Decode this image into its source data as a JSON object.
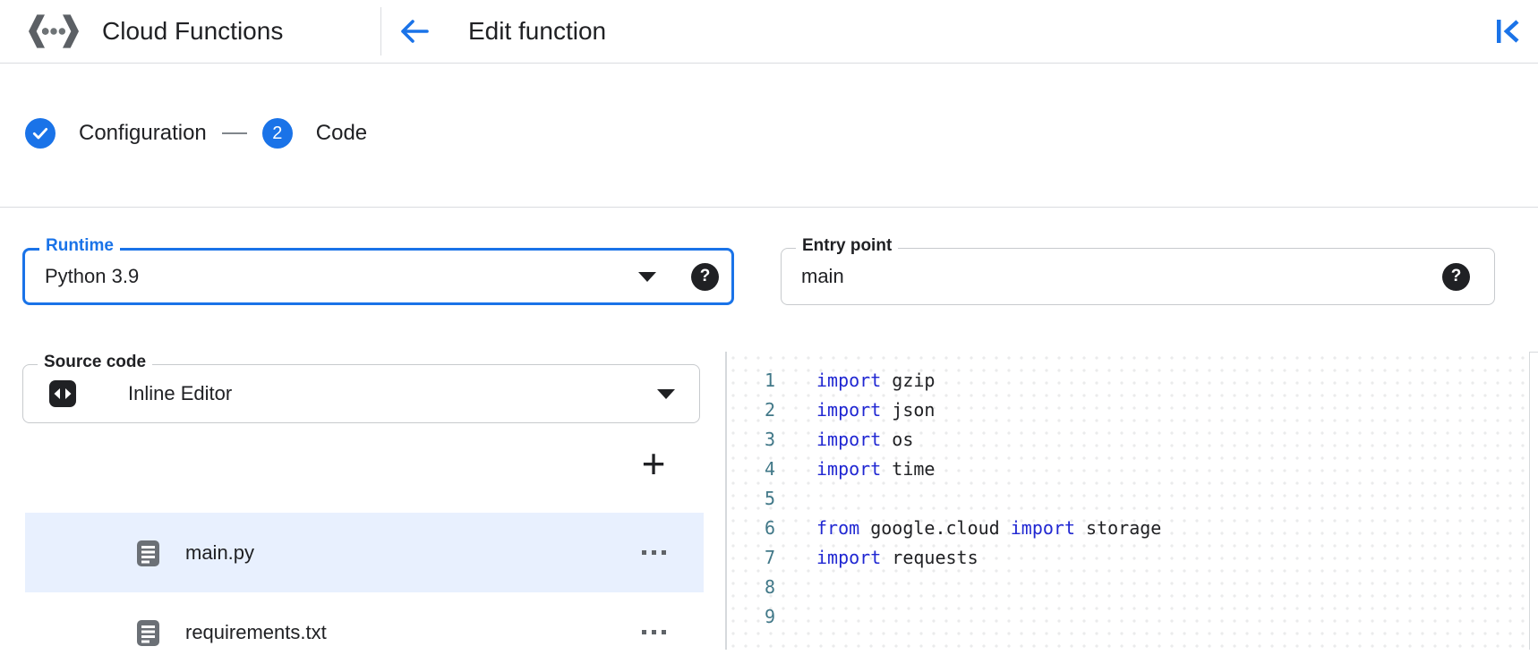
{
  "header": {
    "product_name": "Cloud Functions",
    "page_title": "Edit function"
  },
  "stepper": {
    "steps": [
      {
        "label": "Configuration",
        "status": "completed"
      },
      {
        "label": "Code",
        "number": "2",
        "status": "active"
      }
    ]
  },
  "fields": {
    "runtime": {
      "label": "Runtime",
      "value": "Python 3.9",
      "focused": true
    },
    "entry_point": {
      "label": "Entry point",
      "value": "main"
    },
    "source_code": {
      "label": "Source code",
      "value": "Inline Editor"
    }
  },
  "file_explorer": {
    "files": [
      {
        "name": "main.py",
        "selected": true
      },
      {
        "name": "requirements.txt",
        "selected": false
      }
    ]
  },
  "code_editor": {
    "lines": [
      {
        "number": "1",
        "tokens": [
          {
            "type": "keyword",
            "text": "import"
          },
          {
            "type": "plain",
            "text": " gzip"
          }
        ]
      },
      {
        "number": "2",
        "tokens": [
          {
            "type": "keyword",
            "text": "import"
          },
          {
            "type": "plain",
            "text": " json"
          }
        ]
      },
      {
        "number": "3",
        "tokens": [
          {
            "type": "keyword",
            "text": "import"
          },
          {
            "type": "plain",
            "text": " os"
          }
        ]
      },
      {
        "number": "4",
        "tokens": [
          {
            "type": "keyword",
            "text": "import"
          },
          {
            "type": "plain",
            "text": " time"
          }
        ]
      },
      {
        "number": "5",
        "tokens": []
      },
      {
        "number": "6",
        "tokens": [
          {
            "type": "keyword",
            "text": "from"
          },
          {
            "type": "plain",
            "text": " google.cloud "
          },
          {
            "type": "keyword",
            "text": "import"
          },
          {
            "type": "plain",
            "text": " storage"
          }
        ]
      },
      {
        "number": "7",
        "tokens": [
          {
            "type": "keyword",
            "text": "import"
          },
          {
            "type": "plain",
            "text": " requests"
          }
        ]
      },
      {
        "number": "8",
        "tokens": []
      },
      {
        "number": "9",
        "tokens": []
      }
    ]
  },
  "icons": {
    "add_file": "+",
    "help": "?"
  },
  "colors": {
    "accent_blue": "#1a73e8",
    "selected_row_bg": "#e8f0fe",
    "keyword_blue": "#2027d2",
    "line_number_teal": "#417888",
    "icon_gray": "#5f6368",
    "divider_gray": "#dadce0",
    "text_dark": "#202124"
  }
}
